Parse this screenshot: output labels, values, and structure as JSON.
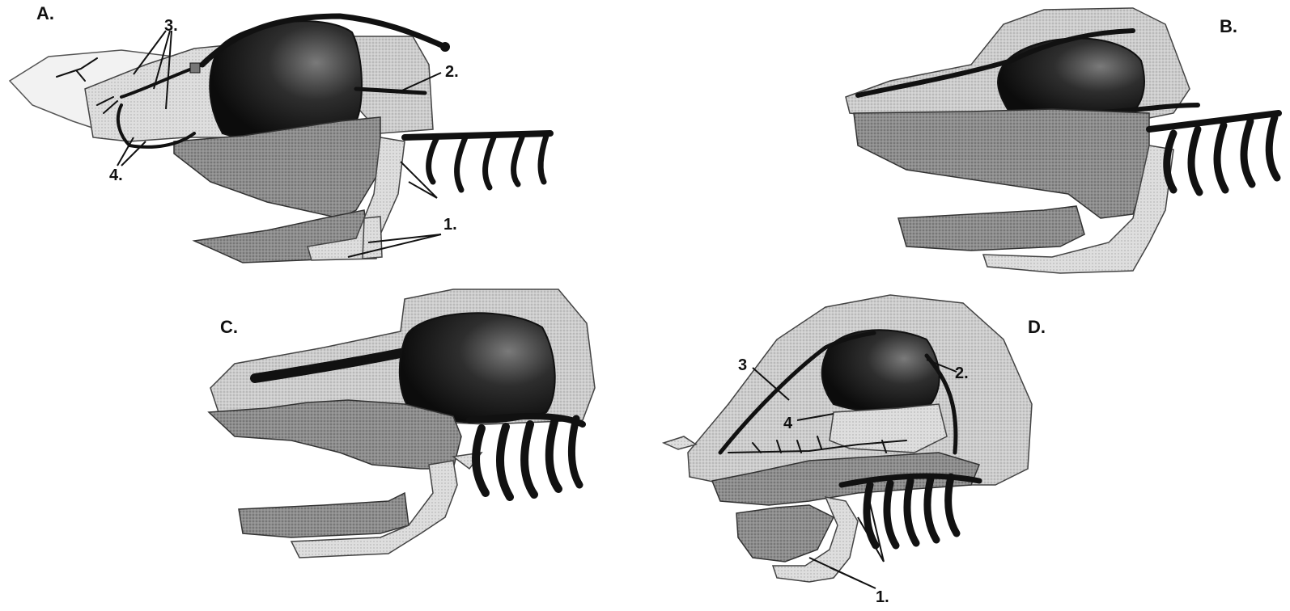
{
  "panels": [
    {
      "id": "A",
      "label": "A.",
      "annotations": [
        "1.",
        "2.",
        "3.",
        "4."
      ]
    },
    {
      "id": "B",
      "label": "B.",
      "annotations": []
    },
    {
      "id": "C",
      "label": "C.",
      "annotations": []
    },
    {
      "id": "D",
      "label": "D.",
      "annotations": [
        "1.",
        "2.",
        "3",
        "4"
      ]
    }
  ],
  "colors": {
    "dark_tissue": "#111111",
    "bone_stipple": "#8a8a8a",
    "skin_stipple": "#c6c6c6",
    "background": "#ffffff"
  }
}
